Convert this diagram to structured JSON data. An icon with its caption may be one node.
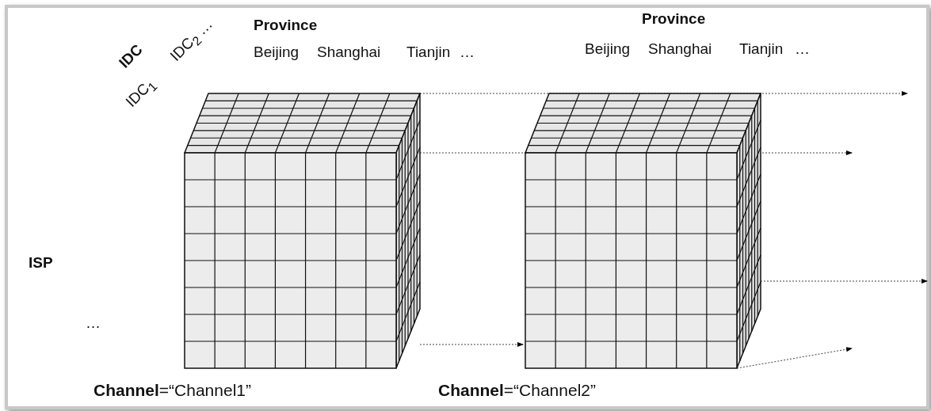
{
  "diagram": {
    "labels": [
      "Province",
      "Province",
      "IDC",
      "IDC$_{2}$ …",
      "Beijing",
      "Shanghai",
      "Tianjin",
      "…",
      "Beijing",
      "Shanghai",
      "Tianjin",
      "…",
      "IDC$_{1}$",
      "ISP",
      "…",
      "**Channel**=“Channel1”",
      "**Channel**=“Channel2”"
    ]
  }
}
